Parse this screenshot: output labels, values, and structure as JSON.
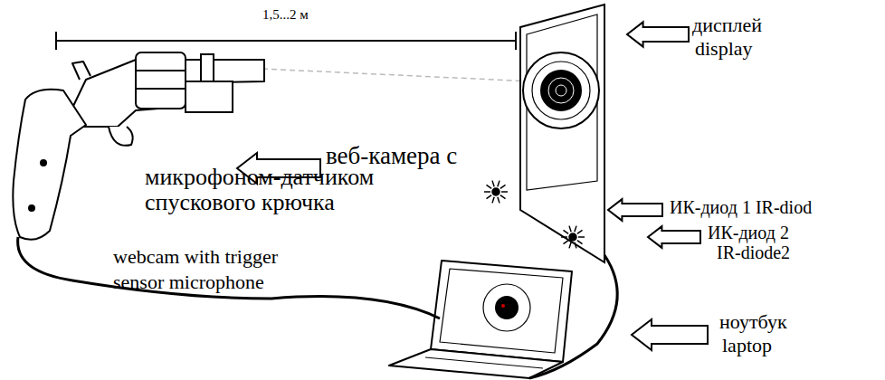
{
  "diagram": {
    "labels": [
      "1,5...2 м",
      "дисплей",
      "display",
      "веб-камера с",
      "микрофоном-датчиком",
      "спускового крючка",
      "ИК-диод 1 IR-diod",
      "ИК-диод 2",
      "IR-diode2",
      "webcam with trigger",
      "sensor microphone",
      "ноутбук",
      "laptop"
    ]
  }
}
